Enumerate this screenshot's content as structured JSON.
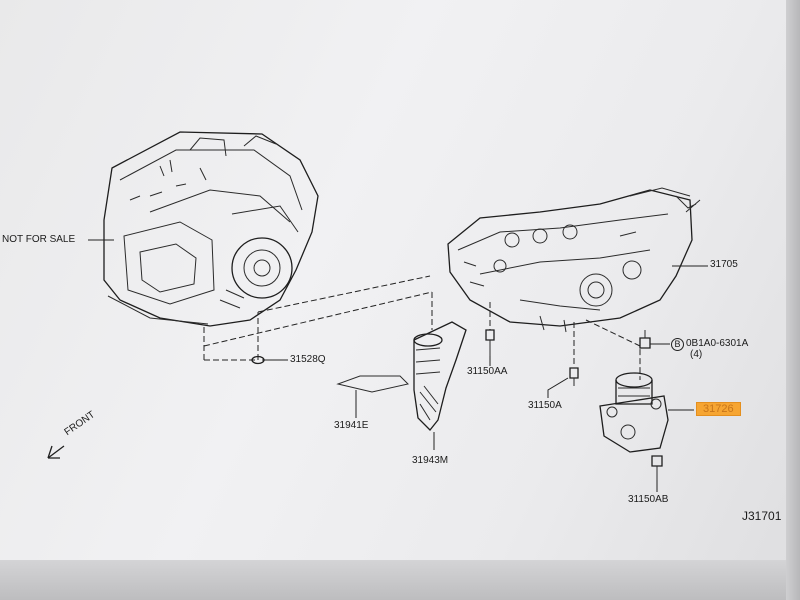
{
  "callouts": {
    "not_for_sale": "NOT FOR SALE",
    "p31528q": "31528Q",
    "p31705": "31705",
    "p31150aa": "31150AA",
    "p31150a": "31150A",
    "p31150ab": "31150AB",
    "p31941e": "31941E",
    "p31943m": "31943M",
    "p31726": "31726",
    "bolt_spec": "0B1A0-6301A",
    "bolt_circle": "B",
    "bolt_qty": "(4)",
    "front": "FRONT",
    "diagram_code": "J31701"
  },
  "colors": {
    "highlight": "#f6a532",
    "line": "#2b2b2b",
    "background": "#efeff1"
  }
}
